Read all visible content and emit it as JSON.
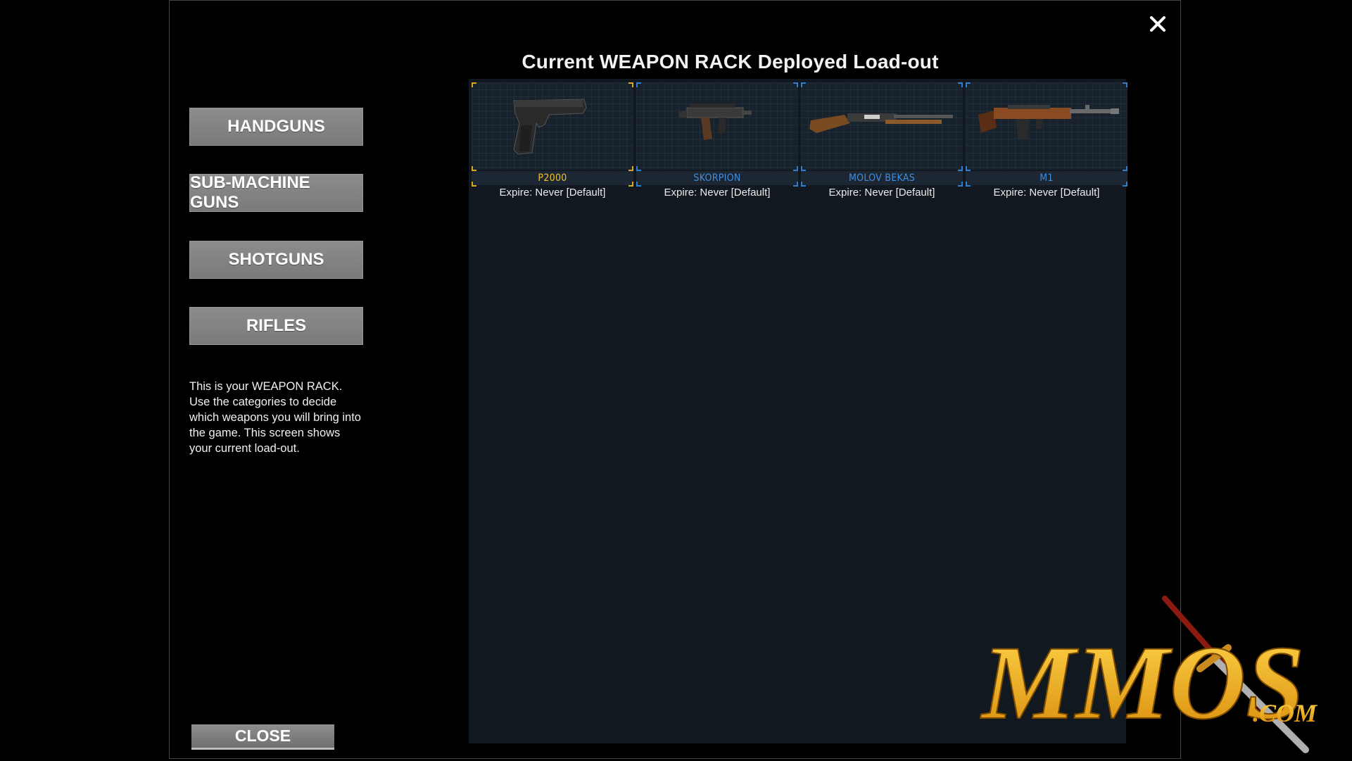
{
  "window": {
    "title": "Current WEAPON RACK Deployed Load-out",
    "close_icon": "close-x-icon"
  },
  "categories": [
    {
      "label": "HANDGUNS"
    },
    {
      "label": "SUB-MACHINE GUNS"
    },
    {
      "label": "SHOTGUNS"
    },
    {
      "label": "RIFLES"
    }
  ],
  "description": "This is your WEAPON RACK. Use the categories to decide which weapons you will bring into the game. This screen shows your current load-out.",
  "close_button": {
    "label": "CLOSE"
  },
  "loadout": [
    {
      "name": "P2000",
      "expire": "Expire: Never [Default]",
      "name_color": "#f2c230",
      "accent": "#d9a720",
      "icon": "pistol-icon"
    },
    {
      "name": "SKORPION",
      "expire": "Expire: Never [Default]",
      "name_color": "#3d8fe0",
      "accent": "#2f7fd0",
      "icon": "smg-icon"
    },
    {
      "name": "MOLOV BEKAS",
      "expire": "Expire: Never [Default]",
      "name_color": "#3d8fe0",
      "accent": "#2f7fd0",
      "icon": "shotgun-icon"
    },
    {
      "name": "M1",
      "expire": "Expire: Never [Default]",
      "name_color": "#3d8fe0",
      "accent": "#2f7fd0",
      "icon": "rifle-icon"
    }
  ],
  "watermark": {
    "text": "MMOS",
    "suffix": ".COM",
    "color": "#f5b41c"
  }
}
